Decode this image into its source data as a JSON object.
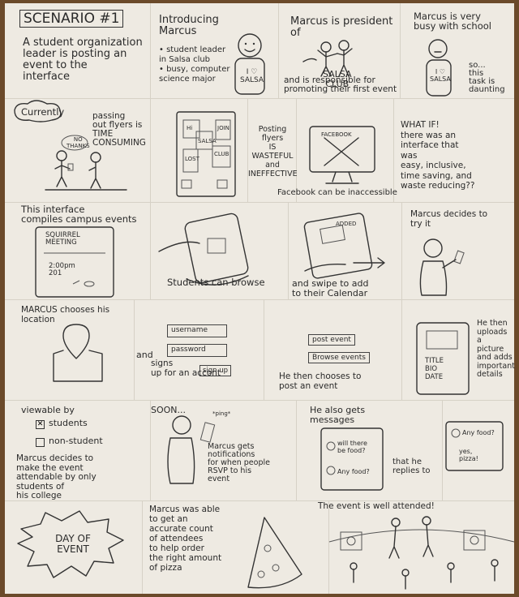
{
  "panels": {
    "p1": {
      "title": "SCENARIO #1",
      "text": "A student organization\nleader is posting an\nevent to the\ninterface"
    },
    "p2": {
      "text": "Introducing\nMarcus",
      "bullets": "• student leader\n  in Salsa club\n• busy, computer\n  science major",
      "shirt": "I ♡\nSALSA"
    },
    "p3": {
      "text_top": "Marcus is president\nof",
      "club": "SALSA\nCLUB",
      "text_bottom": "and is responsible for\npromoting their first event"
    },
    "p4": {
      "text_top": "Marcus is very\nbusy with school",
      "shirt": "I ♡\nSALSA",
      "text_side": "so...\nthis\ntask is\ndaunting"
    },
    "p5": {
      "bubble": "Currently",
      "text": "passing\nout flyers is\nTIME\nCONSUMING",
      "speech": "NO\nTHANKS"
    },
    "p6": {
      "flyers": [
        "Hi",
        "SALSA",
        "JOIN",
        "CLUB",
        "LOST"
      ]
    },
    "p7": {
      "text": "Posting\nflyers\nIS\nWASTEFUL\nand\nINEFFECTIVE"
    },
    "p8": {
      "screen": "FACEBOOK",
      "text": "Facebook can be inaccessible"
    },
    "p9": {
      "text": "WHAT IF!\nthere was an\ninterface that\nwas\neasy, inclusive,\ntime saving, and\nwaste reducing??"
    },
    "p10": {
      "text": "This interface\ncompiles campus events",
      "card": "SQUIRREL\nMEETING",
      "time": "2:00pm\n201"
    },
    "p11": {
      "text": "Students can browse"
    },
    "p12": {
      "stamp": "ADDED",
      "text": "and swipe to add\nto their Calendar"
    },
    "p13": {
      "text": "Marcus decides to\ntry it"
    },
    "p14": {
      "text": "MARCUS chooses his\nlocation"
    },
    "p15": {
      "and": "and",
      "username": "username",
      "password": "password",
      "signs": "signs\nup for an accont",
      "signup": "sign up"
    },
    "p16": {
      "post": "post event",
      "browse": "Browse events",
      "text": "He then chooses to\npost an event"
    },
    "p17": {
      "card": "TITLE\nBIO\nDATE",
      "text": "He then\nuploads\na\npicture\nand adds\nimportant\ndetails"
    },
    "p18": {
      "title": "viewable by",
      "opt1": "students",
      "opt2": "non-student",
      "text": "Marcus decides to\nmake the event\nattendable by only\nstudents of\nhis college"
    },
    "p19": {
      "soon": "SOON...",
      "phone": "*ping*",
      "text": "Marcus gets\nnotifications\nfor when people\nRSVP to his\nevent"
    },
    "p20": {
      "text_top": "He also gets\nmessages",
      "msg1": "will there\nbe food?",
      "msg2": "Any food?",
      "text_side": "that he\nreplies to"
    },
    "p21": {
      "msg1": "Any food?",
      "msg2": "yes,\npizza!"
    },
    "p22": {
      "burst": "DAY OF\nEVENT"
    },
    "p23": {
      "text": "Marcus was able\nto get an\naccurate count\nof attendees\nto help order\nthe right amount\nof pizza"
    },
    "p24": {
      "text": "The event is well attended!"
    }
  }
}
